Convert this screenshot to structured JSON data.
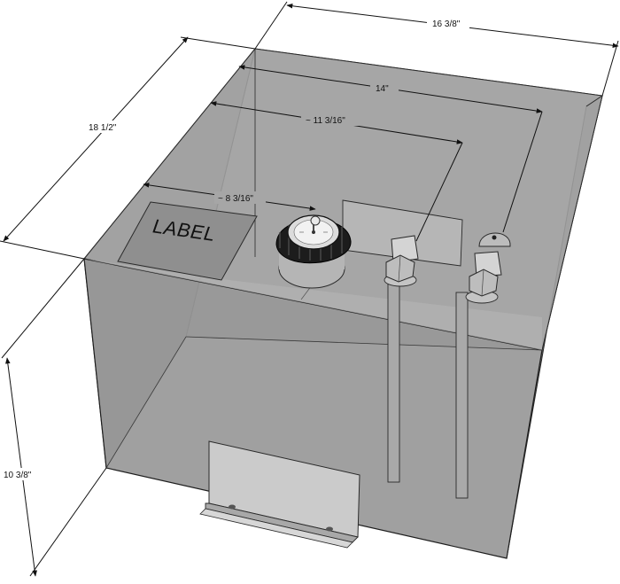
{
  "diagram": {
    "dimensions": {
      "overall_width": "16 3/8\"",
      "inner_width": "14\"",
      "fitting_offset": "~ 11 3/16\"",
      "cap_offset": "~ 8 3/16\"",
      "depth": "18 1/2\"",
      "height": "10 3/8\""
    },
    "label_plate": "LABEL",
    "colors": {
      "tank_side": "#8d8d8d",
      "tank_front": "#9a9a9a",
      "tank_top": "#a7a7a7",
      "edge": "#2a2a2a",
      "bracket": "#c9c9c9"
    }
  }
}
